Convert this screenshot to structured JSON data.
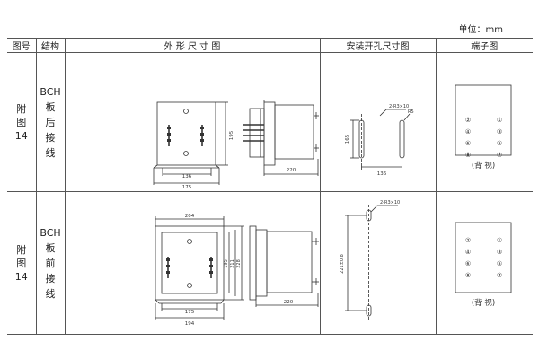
{
  "unit_label": "单位：mm",
  "headers": {
    "fig_no": "图号",
    "structure": "结构",
    "outline": "外 形 尺 寸 图",
    "mounting": "安装开孔尺寸图",
    "terminal": "端子图"
  },
  "rows": [
    {
      "fig_chars": [
        "附",
        "图",
        "14"
      ],
      "struct_chars": [
        "BCH",
        "板",
        "后",
        "接",
        "线"
      ],
      "dims": {
        "w136": "136",
        "w175": "175",
        "h195": "195",
        "d220": "220"
      },
      "mount": {
        "hole": "2-R3×10",
        "r5": "R5",
        "h165": "165",
        "w136": "136"
      },
      "terminals": [
        "②",
        "④",
        "⑥",
        "⑧",
        "①",
        "③",
        "⑤",
        "⑦"
      ],
      "back_label": "(背 视)"
    },
    {
      "fig_chars": [
        "附",
        "图",
        "14"
      ],
      "struct_chars": [
        "BCH",
        "板",
        "前",
        "接",
        "线"
      ],
      "dims": {
        "w204": "204",
        "w175": "175",
        "w194": "194",
        "h195": "195",
        "h211": "211",
        "h228": "228",
        "d220": "220"
      },
      "mount": {
        "hole": "2-R3×10",
        "h221": "221±0.8"
      },
      "terminals": [
        "②",
        "④",
        "⑥",
        "⑧",
        "①",
        "③",
        "⑤",
        "⑦"
      ],
      "back_label": "(背 视)"
    }
  ]
}
